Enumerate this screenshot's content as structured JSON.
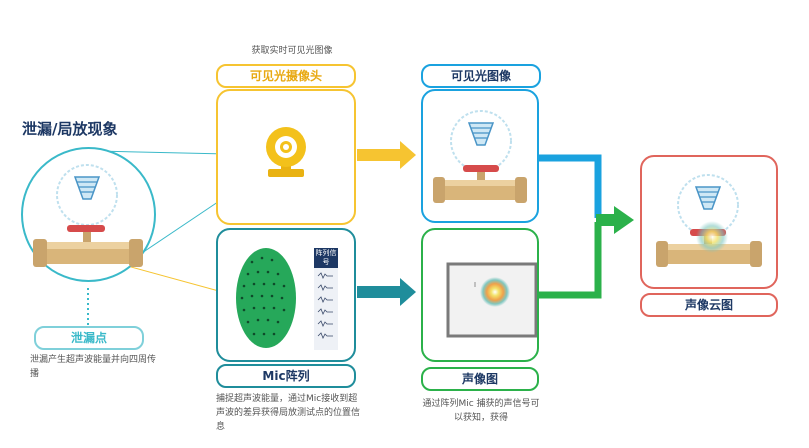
{
  "left": {
    "title": "泄漏/局放现象",
    "leak_label": "泄漏点",
    "leak_desc": "泄漏产生超声波能量并向四周传播"
  },
  "top_note": "获取实时可见光图像",
  "camera": {
    "label": "可见光摄像头"
  },
  "mic": {
    "label": "Mic阵列",
    "signal_header": "阵列信号",
    "desc": "捕捉超声波能量，通过Mic接收到超声波的差异获得局放测试点的位置信息"
  },
  "visible_image": {
    "label": "可见光图像"
  },
  "acoustic_image": {
    "label": "声像图",
    "desc": "通过阵列Mic 捕获的声信号可以获知，获得"
  },
  "cloud": {
    "label": "声像云图"
  },
  "colors": {
    "teal": "#3ab9c9",
    "yellow": "#f6c431",
    "blue": "#1aa2df",
    "green": "#2bb14a",
    "red": "#e0655c",
    "navy": "#1d3864"
  }
}
